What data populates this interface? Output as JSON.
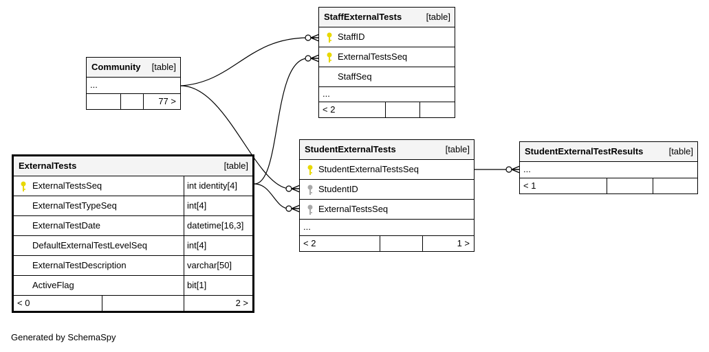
{
  "footer_text": "Generated by SchemaSpy",
  "key_colors": {
    "primary": "#e8d800",
    "foreign": "#a8a8a8"
  },
  "tables": {
    "staff_external_tests": {
      "name": "StaffExternalTests",
      "tag": "[table]",
      "columns": [
        "StaffID",
        "ExternalTestsSeq",
        "StaffSeq"
      ],
      "ellipsis": "...",
      "footer": {
        "left": "< 2",
        "right": ""
      }
    },
    "community": {
      "name": "Community",
      "tag": "[table]",
      "ellipsis": "...",
      "footer": {
        "left": "",
        "right": "77 >"
      }
    },
    "external_tests": {
      "name": "ExternalTests",
      "tag": "[table]",
      "columns": [
        {
          "name": "ExternalTestsSeq",
          "type": "int identity[4]"
        },
        {
          "name": "ExternalTestTypeSeq",
          "type": "int[4]"
        },
        {
          "name": "ExternalTestDate",
          "type": "datetime[16,3]"
        },
        {
          "name": "DefaultExternalTestLevelSeq",
          "type": "int[4]"
        },
        {
          "name": "ExternalTestDescription",
          "type": "varchar[50]"
        },
        {
          "name": "ActiveFlag",
          "type": "bit[1]"
        }
      ],
      "footer": {
        "left": "< 0",
        "right": "2 >"
      }
    },
    "student_external_tests": {
      "name": "StudentExternalTests",
      "tag": "[table]",
      "columns": [
        "StudentExternalTestsSeq",
        "StudentID",
        "ExternalTestsSeq"
      ],
      "ellipsis": "...",
      "footer": {
        "left": "< 2",
        "right": "1 >"
      }
    },
    "student_external_test_results": {
      "name": "StudentExternalTestResults",
      "tag": "[table]",
      "ellipsis": "...",
      "footer": {
        "left": "< 1",
        "right": ""
      }
    }
  }
}
